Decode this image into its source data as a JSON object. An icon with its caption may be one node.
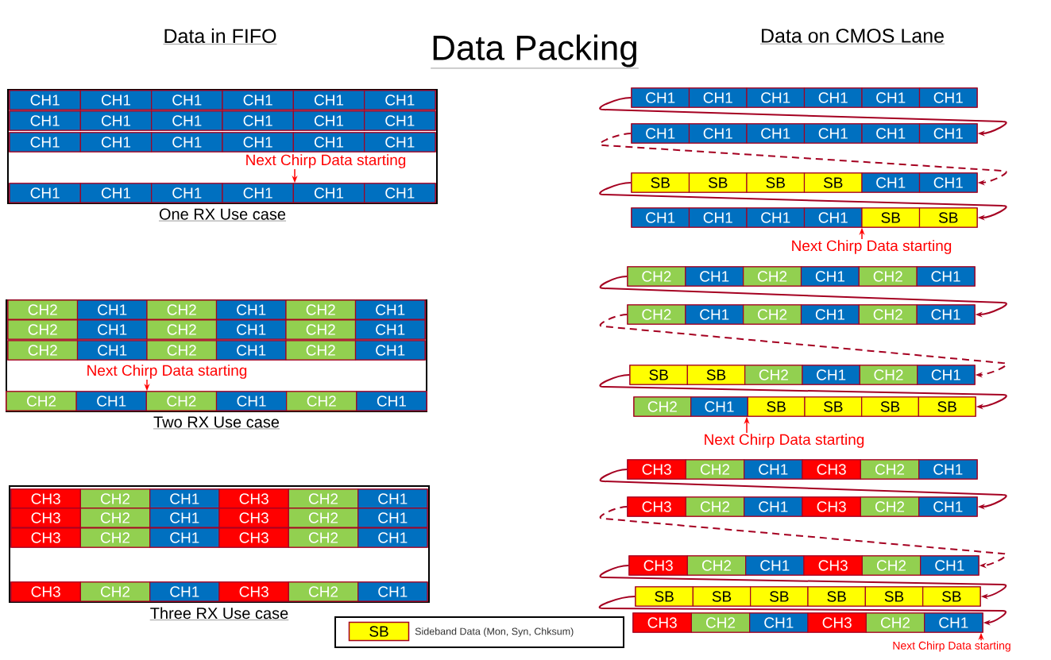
{
  "diagram": {
    "title": "Data Packing",
    "nodes": [
      {
        "text": [
          "One RX Use case"
        ]
      },
      {
        "text": [],
        "shape": "bar",
        "in": 0
      },
      {
        "text": [
          "CH1"
        ],
        "in": 1
      },
      {
        "text": [
          "CH1"
        ],
        "in": 1
      },
      {
        "text": [
          "CH1"
        ],
        "in": 1
      },
      {
        "text": [
          "CH1"
        ],
        "in": 1
      },
      {
        "text": [
          "CH1"
        ],
        "in": 1
      },
      {
        "text": [
          "CH1"
        ],
        "in": 1
      },
      {
        "text": [],
        "shape": "bar",
        "in": 0
      },
      {
        "text": [
          "CH1"
        ],
        "in": 8
      },
      {
        "text": [
          "CH1"
        ],
        "in": 8
      },
      {
        "text": [
          "CH1"
        ],
        "in": 8
      },
      {
        "text": [
          "CH1"
        ],
        "in": 8
      },
      {
        "text": [
          "CH1"
        ],
        "in": 8
      },
      {
        "text": [
          "CH1"
        ],
        "in": 8
      },
      {
        "text": [],
        "shape": "bar",
        "in": 0
      },
      {
        "text": [
          "CH1"
        ],
        "in": 15
      },
      {
        "text": [
          "CH1"
        ],
        "in": 15
      },
      {
        "text": [
          "CH1"
        ],
        "in": 15
      },
      {
        "text": [
          "CH1"
        ],
        "in": 15
      },
      {
        "text": [
          "CH1"
        ],
        "in": 15
      },
      {
        "text": [
          "CH1"
        ],
        "in": 15
      },
      {
        "text": [],
        "shape": "bar",
        "in": 0
      },
      {
        "text": [
          "CH1"
        ],
        "in": 22
      },
      {
        "text": [
          "CH1"
        ],
        "in": 22
      },
      {
        "text": [
          "CH1"
        ],
        "in": 22
      },
      {
        "text": [
          "CH1"
        ],
        "in": 22
      },
      {
        "text": [
          "CH1"
        ],
        "in": 22
      },
      {
        "text": [
          "CH1"
        ],
        "in": 22
      },
      {
        "text": [
          "Next Chirp Data starting"
        ],
        "in": 0
      },
      {
        "text": [
          "Two RX Use case"
        ]
      },
      {
        "text": [],
        "shape": "bar",
        "in": 30
      },
      {
        "text": [
          "CH2"
        ],
        "in": 31
      },
      {
        "text": [
          "CH1"
        ],
        "in": 31
      },
      {
        "text": [
          "CH2"
        ],
        "in": 31
      },
      {
        "text": [
          "CH1"
        ],
        "in": 31
      },
      {
        "text": [
          "CH2"
        ],
        "in": 31
      },
      {
        "text": [
          "CH1"
        ],
        "in": 31
      },
      {
        "text": [],
        "shape": "bar",
        "in": 30
      },
      {
        "text": [
          "CH2"
        ],
        "in": 38
      },
      {
        "text": [
          "CH1"
        ],
        "in": 38
      },
      {
        "text": [
          "CH2"
        ],
        "in": 38
      },
      {
        "text": [
          "CH1"
        ],
        "in": 38
      },
      {
        "text": [
          "CH2"
        ],
        "in": 38
      },
      {
        "text": [
          "CH1"
        ],
        "in": 38
      },
      {
        "text": [],
        "shape": "bar",
        "in": 30
      },
      {
        "text": [
          "CH2"
        ],
        "in": 45
      },
      {
        "text": [
          "CH1"
        ],
        "in": 45
      },
      {
        "text": [
          "CH2"
        ],
        "in": 45
      },
      {
        "text": [
          "CH1"
        ],
        "in": 45
      },
      {
        "text": [
          "CH2"
        ],
        "in": 45
      },
      {
        "text": [
          "CH1"
        ],
        "in": 45
      },
      {
        "text": [],
        "shape": "bar",
        "in": 30
      },
      {
        "text": [
          "CH2"
        ],
        "in": 52
      },
      {
        "text": [
          "CH1"
        ],
        "in": 52
      },
      {
        "text": [
          "CH2"
        ],
        "in": 52
      },
      {
        "text": [
          "CH1"
        ],
        "in": 52
      },
      {
        "text": [
          "CH2"
        ],
        "in": 52
      },
      {
        "text": [
          "CH1"
        ],
        "in": 52
      },
      {
        "text": [
          "Next Chirp Data starting"
        ],
        "in": 30
      },
      {
        "text": [
          "Three RX Use case"
        ]
      },
      {
        "text": [],
        "shape": "bar",
        "in": 60
      },
      {
        "text": [
          "CH3"
        ],
        "in": 61
      },
      {
        "text": [
          "CH2"
        ],
        "in": 61
      },
      {
        "text": [
          "CH1"
        ],
        "in": 61
      },
      {
        "text": [
          "CH3"
        ],
        "in": 61
      },
      {
        "text": [
          "CH2"
        ],
        "in": 61
      },
      {
        "text": [
          "CH1"
        ],
        "in": 61
      },
      {
        "text": [],
        "shape": "bar",
        "in": 60
      },
      {
        "text": [
          "CH3"
        ],
        "in": 68
      },
      {
        "text": [
          "CH2"
        ],
        "in": 68
      },
      {
        "text": [
          "CH1"
        ],
        "in": 68
      },
      {
        "text": [
          "CH3"
        ],
        "in": 68
      },
      {
        "text": [
          "CH2"
        ],
        "in": 68
      },
      {
        "text": [
          "CH1"
        ],
        "in": 68
      },
      {
        "text": [],
        "shape": "bar",
        "in": 60
      },
      {
        "text": [
          "CH3"
        ],
        "in": 75
      },
      {
        "text": [
          "CH2"
        ],
        "in": 75
      },
      {
        "text": [
          "CH1"
        ],
        "in": 75
      },
      {
        "text": [
          "CH3"
        ],
        "in": 75
      },
      {
        "text": [
          "CH2"
        ],
        "in": 75
      },
      {
        "text": [
          "CH1"
        ],
        "in": 75
      },
      {
        "text": [],
        "shape": "bar",
        "in": 60
      },
      {
        "text": [
          "CH3"
        ],
        "in": 82
      },
      {
        "text": [
          "CH2"
        ],
        "in": 82
      },
      {
        "text": [
          "CH1"
        ],
        "in": 82
      },
      {
        "text": [
          "CH3"
        ],
        "in": 82
      },
      {
        "text": [
          "CH2"
        ],
        "in": 82
      },
      {
        "text": [
          "CH1"
        ],
        "in": 82
      },
      {
        "text": [],
        "shape": "bar"
      },
      {
        "text": [
          "CH1"
        ],
        "in": 89
      },
      {
        "text": [
          "CH1"
        ],
        "in": 89
      },
      {
        "text": [
          "CH1"
        ],
        "in": 89
      },
      {
        "text": [
          "CH1"
        ],
        "in": 89
      },
      {
        "text": [
          "CH1"
        ],
        "in": 89
      },
      {
        "text": [
          "CH1"
        ],
        "in": 89
      },
      {
        "text": [],
        "shape": "bar"
      },
      {
        "text": [
          "CH1"
        ],
        "in": 96
      },
      {
        "text": [
          "CH1"
        ],
        "in": 96
      },
      {
        "text": [
          "CH1"
        ],
        "in": 96
      },
      {
        "text": [
          "CH1"
        ],
        "in": 96
      },
      {
        "text": [
          "CH1"
        ],
        "in": 96
      },
      {
        "text": [
          "CH1"
        ],
        "in": 96
      },
      {
        "text": [],
        "shape": "bar"
      },
      {
        "text": [
          "SB"
        ],
        "in": 103
      },
      {
        "text": [
          "SB"
        ],
        "in": 103
      },
      {
        "text": [
          "SB"
        ],
        "in": 103
      },
      {
        "text": [
          "SB"
        ],
        "in": 103
      },
      {
        "text": [
          "CH1"
        ],
        "in": 103
      },
      {
        "text": [
          "CH1"
        ],
        "in": 103
      },
      {
        "text": [],
        "shape": "bar"
      },
      {
        "text": [
          "CH1"
        ],
        "in": 110
      },
      {
        "text": [
          "CH1"
        ],
        "in": 110
      },
      {
        "text": [
          "CH1"
        ],
        "in": 110
      },
      {
        "text": [
          "CH1"
        ],
        "in": 110
      },
      {
        "text": [
          "SB"
        ],
        "in": 110
      },
      {
        "text": [
          "SB"
        ],
        "in": 110
      },
      {
        "text": [
          "Next Chirp Data starting"
        ]
      },
      {
        "text": [],
        "shape": "bar"
      },
      {
        "text": [
          "CH2"
        ],
        "in": 118
      },
      {
        "text": [
          "CH1"
        ],
        "in": 118
      },
      {
        "text": [
          "CH2"
        ],
        "in": 118
      },
      {
        "text": [
          "CH1"
        ],
        "in": 118
      },
      {
        "text": [
          "CH2"
        ],
        "in": 118
      },
      {
        "text": [
          "CH1"
        ],
        "in": 118
      },
      {
        "text": [],
        "shape": "bar"
      },
      {
        "text": [
          "CH2"
        ],
        "in": 125
      },
      {
        "text": [
          "CH1"
        ],
        "in": 125
      },
      {
        "text": [
          "CH2"
        ],
        "in": 125
      },
      {
        "text": [
          "CH1"
        ],
        "in": 125
      },
      {
        "text": [
          "CH2"
        ],
        "in": 125
      },
      {
        "text": [
          "CH1"
        ],
        "in": 125
      },
      {
        "text": [],
        "shape": "bar"
      },
      {
        "text": [
          "SB"
        ],
        "in": 132
      },
      {
        "text": [
          "SB"
        ],
        "in": 132
      },
      {
        "text": [
          "CH2"
        ],
        "in": 132
      },
      {
        "text": [
          "CH1"
        ],
        "in": 132
      },
      {
        "text": [
          "CH2"
        ],
        "in": 132
      },
      {
        "text": [
          "CH1"
        ],
        "in": 132
      },
      {
        "text": [],
        "shape": "bar"
      },
      {
        "text": [
          "CH2"
        ],
        "in": 139
      },
      {
        "text": [
          "CH1"
        ],
        "in": 139
      },
      {
        "text": [
          "SB"
        ],
        "in": 139
      },
      {
        "text": [
          "SB"
        ],
        "in": 139
      },
      {
        "text": [
          "SB"
        ],
        "in": 139
      },
      {
        "text": [
          "SB"
        ],
        "in": 139
      },
      {
        "text": [
          "Next Chirp Data starting"
        ]
      },
      {
        "text": [],
        "shape": "bar"
      },
      {
        "text": [
          "CH3"
        ],
        "in": 147
      },
      {
        "text": [
          "CH2"
        ],
        "in": 147
      },
      {
        "text": [
          "CH1"
        ],
        "in": 147
      },
      {
        "text": [
          "CH3"
        ],
        "in": 147
      },
      {
        "text": [
          "CH2"
        ],
        "in": 147
      },
      {
        "text": [
          "CH1"
        ],
        "in": 147
      },
      {
        "text": [],
        "shape": "bar"
      },
      {
        "text": [
          "CH3"
        ],
        "in": 154
      },
      {
        "text": [
          "CH2"
        ],
        "in": 154
      },
      {
        "text": [
          "CH1"
        ],
        "in": 154
      },
      {
        "text": [
          "CH3"
        ],
        "in": 154
      },
      {
        "text": [
          "CH2"
        ],
        "in": 154
      },
      {
        "text": [
          "CH1"
        ],
        "in": 154
      },
      {
        "text": [],
        "shape": "bar"
      },
      {
        "text": [
          "CH3"
        ],
        "in": 161
      },
      {
        "text": [
          "CH2"
        ],
        "in": 161
      },
      {
        "text": [
          "CH1"
        ],
        "in": 161
      },
      {
        "text": [
          "CH3"
        ],
        "in": 161
      },
      {
        "text": [
          "CH2"
        ],
        "in": 161
      },
      {
        "text": [
          "CH1"
        ],
        "in": 161
      },
      {
        "text": [],
        "shape": "bar"
      },
      {
        "text": [
          "SB"
        ],
        "in": 168
      },
      {
        "text": [
          "SB"
        ],
        "in": 168
      },
      {
        "text": [
          "SB"
        ],
        "in": 168
      },
      {
        "text": [
          "SB"
        ],
        "in": 168
      },
      {
        "text": [
          "SB"
        ],
        "in": 168
      },
      {
        "text": [
          "SB"
        ],
        "in": 168
      },
      {
        "text": [],
        "shape": "bar"
      },
      {
        "text": [
          "CH3"
        ],
        "in": 175
      },
      {
        "text": [
          "CH2"
        ],
        "in": 175
      },
      {
        "text": [
          "CH1"
        ],
        "in": 175
      },
      {
        "text": [
          "CH3"
        ],
        "in": 175
      },
      {
        "text": [
          "CH2"
        ],
        "in": 175
      },
      {
        "text": [
          "CH1"
        ],
        "in": 175
      },
      {
        "text": [
          "Next Chirp Data starting"
        ]
      }
    ],
    "edges": [
      {
        "from": 29,
        "to": 22,
        "arrow": "to",
        "color": "#ff0000"
      },
      {
        "from": 59,
        "to": 52,
        "arrow": "to",
        "color": "#ff0000"
      },
      {
        "from": 89,
        "to": 96,
        "arrow": "to"
      },
      {
        "from": 96,
        "to": 103,
        "arrow": "to",
        "style": "dashed"
      },
      {
        "from": 103,
        "to": 110,
        "arrow": "to"
      },
      {
        "from": 117,
        "to": 110,
        "arrow": "to",
        "color": "#ff0000"
      },
      {
        "from": 118,
        "to": 125,
        "arrow": "to"
      },
      {
        "from": 125,
        "to": 132,
        "arrow": "to",
        "style": "dashed"
      },
      {
        "from": 132,
        "to": 139,
        "arrow": "to"
      },
      {
        "from": 146,
        "to": 139,
        "arrow": "to",
        "color": "#ff0000"
      },
      {
        "from": 147,
        "to": 154,
        "arrow": "to"
      },
      {
        "from": 154,
        "to": 161,
        "arrow": "to",
        "style": "dashed"
      },
      {
        "from": 161,
        "to": 168,
        "arrow": "to"
      },
      {
        "from": 168,
        "to": 175,
        "arrow": "to"
      },
      {
        "from": 182,
        "to": 175,
        "arrow": "to",
        "color": "#ff0000"
      }
    ],
    "labels": [
      "Data in FIFO",
      "Data on CMOS Lane",
      "SB"
    ],
    "legend": [
      {
        "text": "Sideband Data (Mon, Syn, Chksum)",
        "color": "#ffff00"
      }
    ]
  }
}
